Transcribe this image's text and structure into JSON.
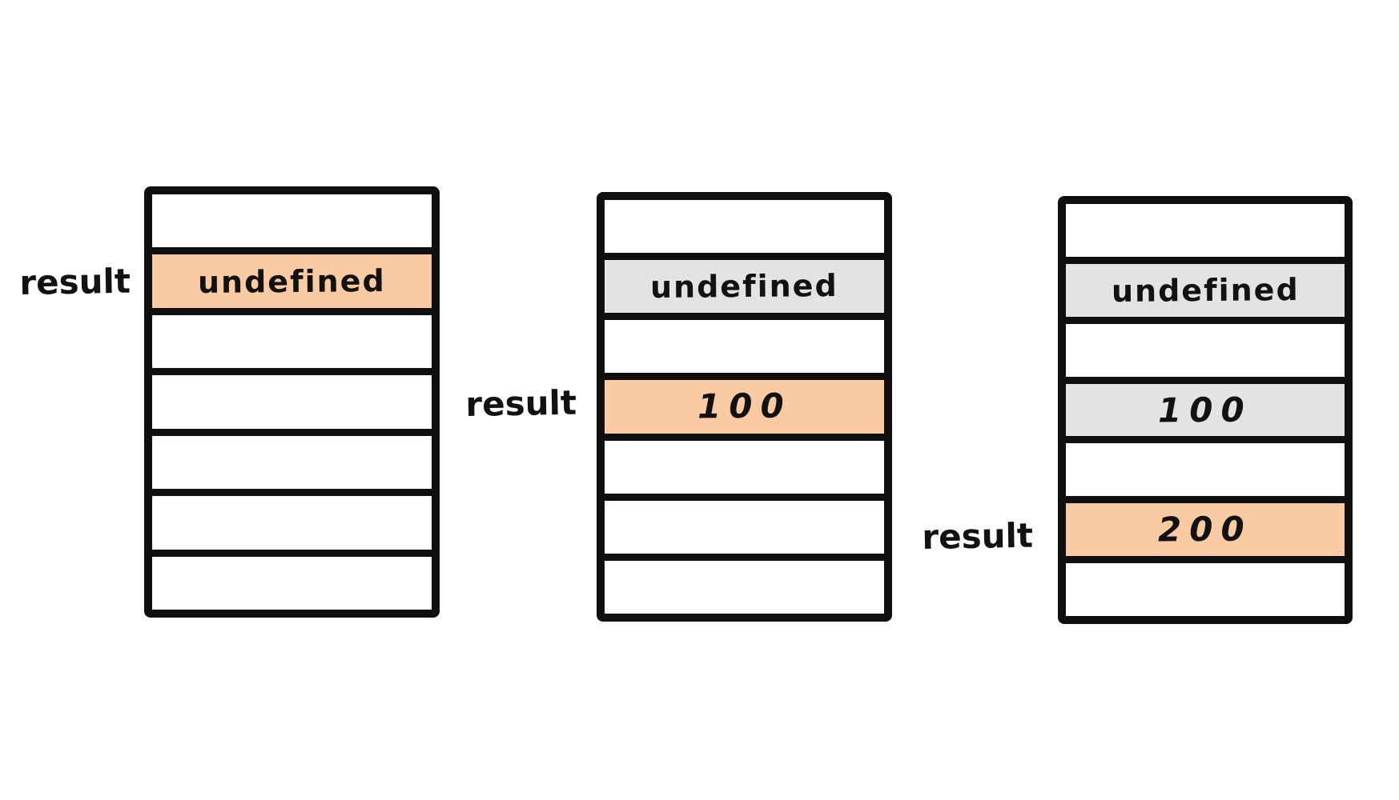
{
  "colors": {
    "background": "#ffffff",
    "stroke": "#0f0f0f",
    "text": "#121212",
    "highlight": "#facba3",
    "muted": "#e3e3e3"
  },
  "diagrams": [
    {
      "label": "result",
      "label_row": 2,
      "rows": [
        {
          "text": "",
          "fill": "none"
        },
        {
          "text": "undefined",
          "fill": "highlight"
        },
        {
          "text": "",
          "fill": "none"
        },
        {
          "text": "",
          "fill": "none"
        },
        {
          "text": "",
          "fill": "none"
        },
        {
          "text": "",
          "fill": "none"
        },
        {
          "text": "",
          "fill": "none"
        }
      ]
    },
    {
      "label": "result",
      "label_row": 4,
      "rows": [
        {
          "text": "",
          "fill": "none"
        },
        {
          "text": "undefined",
          "fill": "muted"
        },
        {
          "text": "",
          "fill": "none"
        },
        {
          "text": "100",
          "fill": "highlight"
        },
        {
          "text": "",
          "fill": "none"
        },
        {
          "text": "",
          "fill": "none"
        },
        {
          "text": "",
          "fill": "none"
        }
      ]
    },
    {
      "label": "result",
      "label_row": 6,
      "rows": [
        {
          "text": "",
          "fill": "none"
        },
        {
          "text": "undefined",
          "fill": "muted"
        },
        {
          "text": "",
          "fill": "none"
        },
        {
          "text": "100",
          "fill": "muted"
        },
        {
          "text": "",
          "fill": "none"
        },
        {
          "text": "200",
          "fill": "highlight"
        },
        {
          "text": "",
          "fill": "none"
        }
      ]
    }
  ]
}
